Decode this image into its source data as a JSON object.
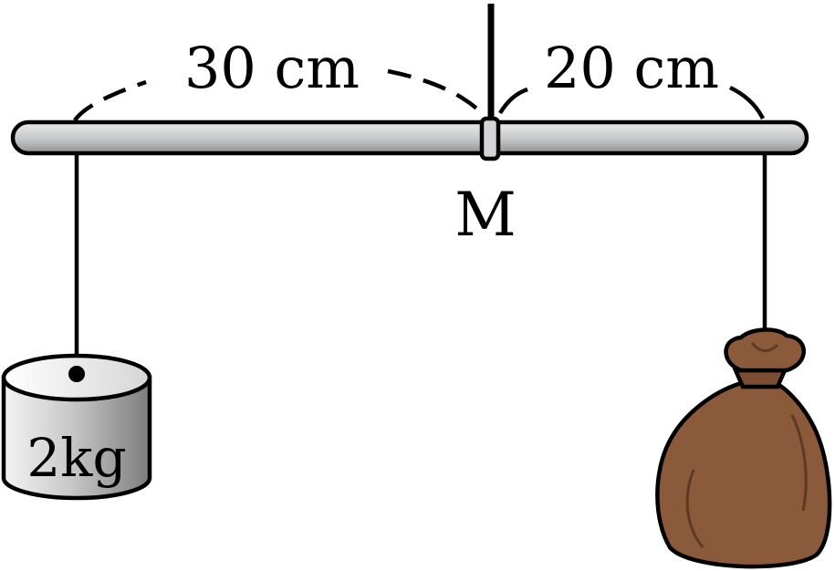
{
  "diagram": {
    "left_distance": "30 cm",
    "right_distance": "20 cm",
    "pivot_label": "M",
    "weight_label": "2kg"
  },
  "colors": {
    "bar_fill": "#bfc1c3",
    "bag_fill": "#8a5a3b",
    "bag_dark": "#5e3a24",
    "weight_fill": "#b8b8b8",
    "stroke": "#000000"
  }
}
